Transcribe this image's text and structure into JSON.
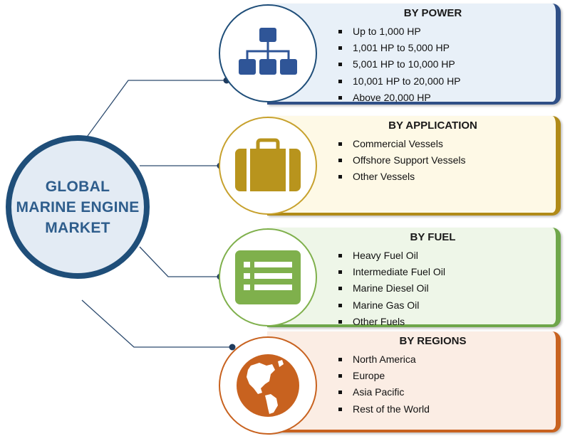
{
  "hub": {
    "title": "GLOBAL\nMARINE ENGINE\nMARKET"
  },
  "segments": [
    {
      "title": "BY POWER",
      "items": [
        "Up to 1,000 HP",
        "1,001 HP to 5,000 HP",
        "5,001 HP to 10,000 HP",
        "10,001 HP to 20,000 HP",
        "Above 20,000 HP"
      ],
      "icon": "hierarchy-icon",
      "color": "#2f4f86"
    },
    {
      "title": "BY APPLICATION",
      "items": [
        "Commercial Vessels",
        "Offshore Support Vessels",
        "Other Vessels"
      ],
      "icon": "briefcase-icon",
      "color": "#b08a17"
    },
    {
      "title": "BY FUEL",
      "items": [
        "Heavy Fuel Oil",
        "Intermediate Fuel Oil",
        "Marine Diesel Oil",
        "Marine Gas Oil",
        "Other Fuels"
      ],
      "icon": "list-window-icon",
      "color": "#6ea64a"
    },
    {
      "title": "BY REGIONS",
      "items": [
        "North America",
        "Europe",
        "Asia Pacific",
        "Rest of the World"
      ],
      "icon": "globe-icon",
      "color": "#c8621f"
    }
  ]
}
